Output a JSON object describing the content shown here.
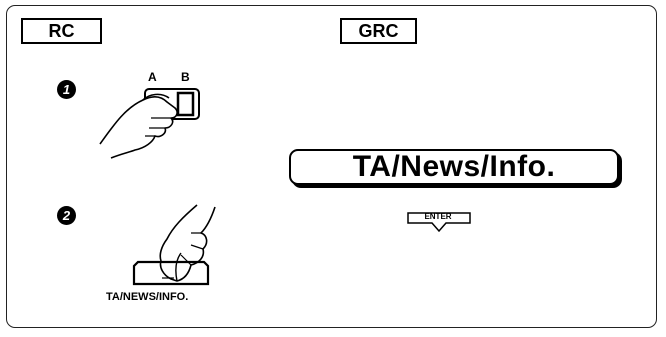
{
  "labels": {
    "rc": "RC",
    "grc": "GRC"
  },
  "steps": {
    "one": "1",
    "two": "2"
  },
  "remote_switch": {
    "label_a": "A",
    "label_b": "B"
  },
  "display": {
    "button_text": "TA/News/Info.",
    "enter_key": "ENTER"
  },
  "remote_button_caption": "TA/NEWS/INFO."
}
